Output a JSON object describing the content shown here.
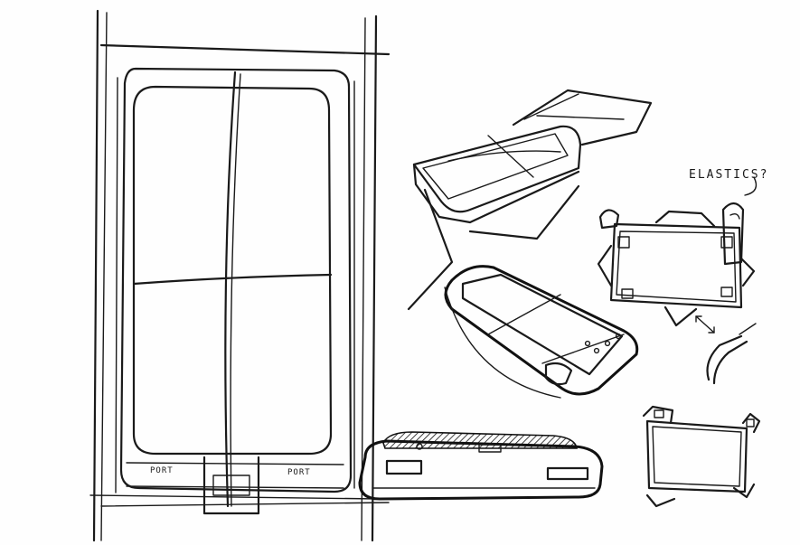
{
  "annotations": {
    "elastics": "ELASTICS?",
    "port_left": "PORT",
    "port_right": "PORT"
  }
}
